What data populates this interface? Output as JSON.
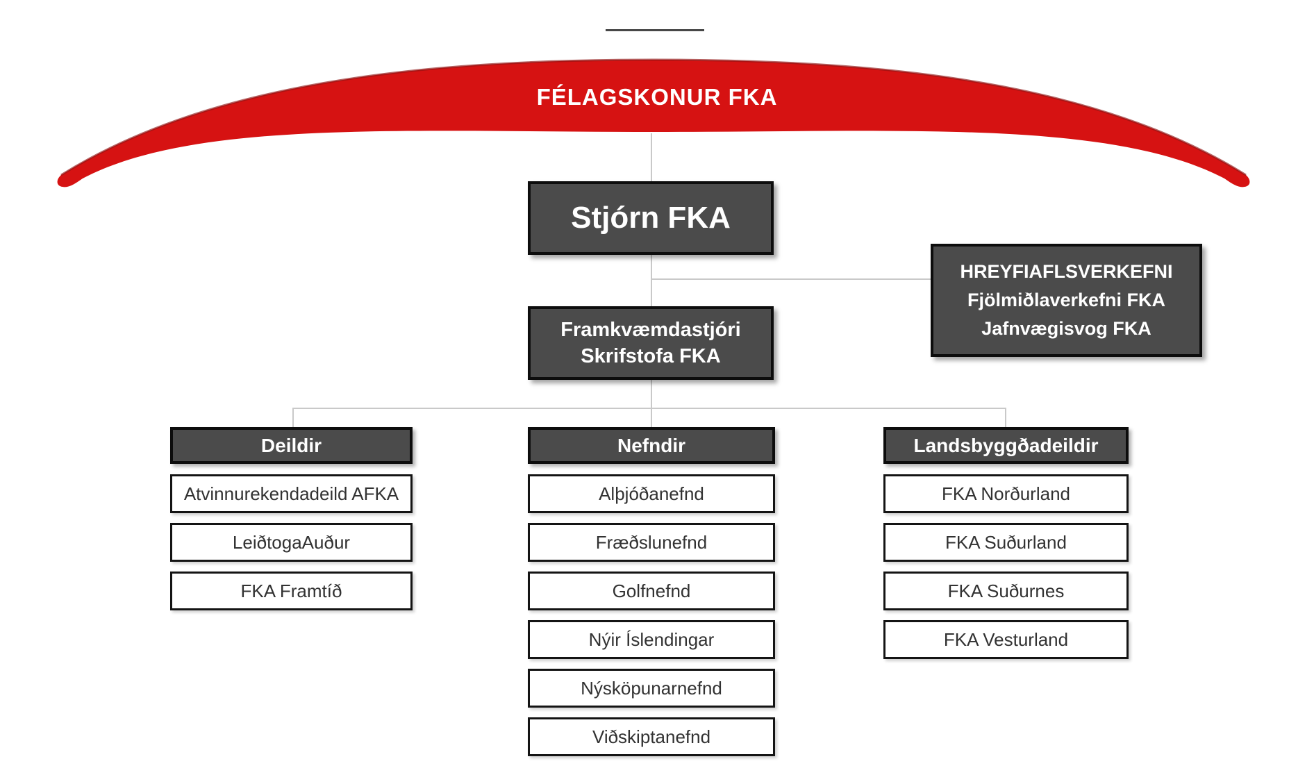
{
  "banner": {
    "label": "FÉLAGSKONUR FKA",
    "color": "#d61212",
    "edge_color": "#8f1414"
  },
  "colors": {
    "node_fill": "#4b4b4b",
    "node_border": "#0d0d0d",
    "node_text": "#ffffff",
    "item_fill": "#ffffff",
    "item_text": "#323232",
    "connector": "#c9c9c9",
    "top_line": "#474747"
  },
  "nodes": {
    "stjorn": {
      "label": "Stjórn FKA"
    },
    "framkvaemdastjori": {
      "lines": [
        "Framkvæmdastjóri",
        "Skrifstofa FKA"
      ]
    },
    "hreyfiafl": {
      "lines": [
        "HREYFIAFLSVERKEFNI",
        "Fjölmiðlaverkefni FKA",
        "Jafnvægisvog FKA"
      ]
    }
  },
  "columns": [
    {
      "header": "Deildir",
      "items": [
        "Atvinnurekendadeild AFKA",
        "LeiðtogaAuður",
        "FKA Framtíð"
      ]
    },
    {
      "header": "Nefndir",
      "items": [
        "Alþjóðanefnd",
        "Fræðslunefnd",
        "Golfnefnd",
        "Nýir Íslendingar",
        "Nýsköpunarnefnd",
        "Viðskiptanefnd"
      ]
    },
    {
      "header": "Landsbyggðadeildir",
      "items": [
        "FKA Norðurland",
        "FKA Suðurland",
        "FKA Suðurnes",
        "FKA Vesturland"
      ]
    }
  ]
}
